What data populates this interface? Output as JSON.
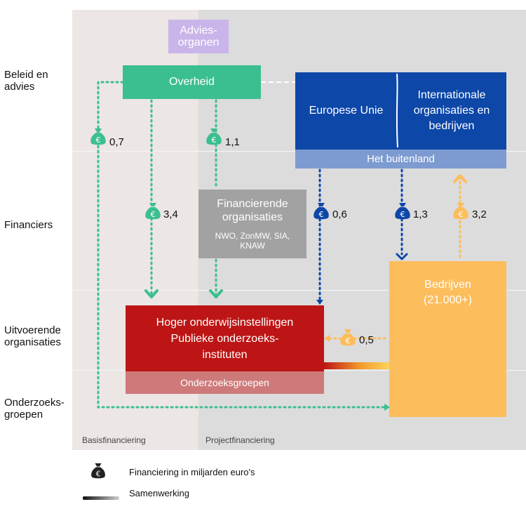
{
  "rows": {
    "beleid": "Beleid en\nadvies",
    "financiers": "Financiers",
    "uitvoerende": "Uitvoerende\norganisaties",
    "onderzoeksgroepen": "Onderzoeks-\ngroepen"
  },
  "columns": {
    "basis": "Basisfinanciering",
    "project": "Projectfinanciering"
  },
  "boxes": {
    "advies": "Advies-\norganen",
    "overheid": "Overheid",
    "europese_unie": "Europese Unie",
    "internationale": "Internationale\norganisaties en\nbedrijven",
    "buitenland": "Het buitenland",
    "financierende_title": "Financierende\norganisaties",
    "financierende_sub": "NWO, ZonMW, SIA,\nKNAW",
    "hoger": "Hoger onderwijsinstellingen\nPublieke onderzoeks-\ninstituten",
    "onderzoeksgroepen": "Onderzoeksgroepen",
    "bedrijven": "Bedrijven\n(21.000+)"
  },
  "flows": {
    "v07": "0,7",
    "v11": "1,1",
    "v34": "3,4",
    "v06": "0,6",
    "v13": "1,3",
    "v32": "3,2",
    "v05": "0,5"
  },
  "legend": {
    "bag_label": "Financiering in miljarden euro's",
    "collab_label": "Samenwerking",
    "bag_symbol": "€"
  },
  "colors": {
    "green": "#3cbf8f",
    "purple": "#c9b5ea",
    "blue_dark": "#0d47a8",
    "blue_light": "#7d9bd0",
    "grey_box": "#a2a2a2",
    "red": "#bd1515",
    "red_light": "#ce7a7a",
    "orange": "#fcbd5c",
    "black": "#222222"
  }
}
